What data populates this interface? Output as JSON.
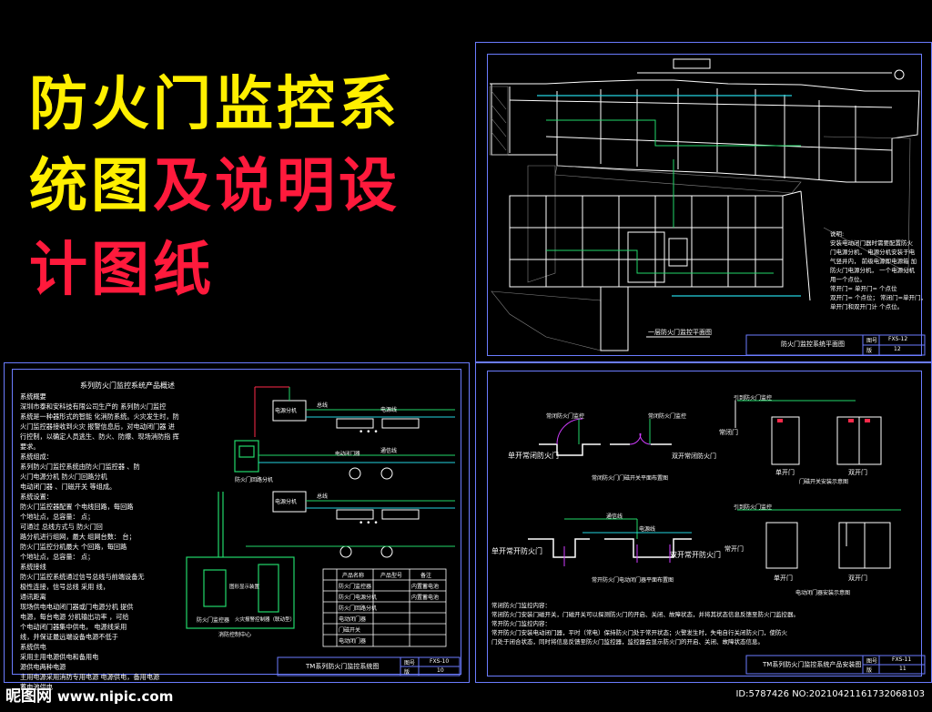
{
  "title": {
    "line1": "防火门监控系",
    "line2_yellow": "统图",
    "line2_red": "及说明设",
    "line3": "计图纸"
  },
  "watermark": {
    "logo": "昵图网",
    "url": "www.nipic.com",
    "id_text": "ID:5787426 NO:20210421161732068103"
  },
  "sheet_plan": {
    "plan_caption": "一层防火门监控平面图",
    "titleblock_name": "防火门监控系统平面图",
    "titleblock_no_label": "图号",
    "titleblock_no": "FXS-12",
    "titleblock_ver_label": "版",
    "titleblock_ver": "12",
    "notes_heading": "说明:",
    "notes": [
      "安装电动闭门器时需要配置防火",
      "门电源分机，  电源分机安装于电",
      "气竖井内，  前级电源即电源箱    加",
      "防火门电源分机，  一个电源分机",
      "用一个点位。",
      "常开门=     单开门=  个点位",
      "双开门=  个点位；  常闭门=单开门，",
      "单开门和双开门计    个点位。"
    ]
  },
  "sheet_system": {
    "heading": "系列防火门监控系统产品概述",
    "overview_lines": [
      "系统概要",
      "深圳市泰和安科技有限公司生产的    系列防火门监控",
      "系统是一种器形式的智能    化消防系统。火灾发生时，防",
      "火门监控器接收到火灾  报警信息后，对电动闭门器    进",
      "行控制，以确定人员逃生、防火、防爆、现场消防指  挥",
      "要求。",
      "系统组成：",
      "系列防火门监控系统由防火门监控器         、防",
      "火门电源分机        防火门回路分机",
      "电动闭门器          、门磁开关        等组成。",
      "系统设置：",
      "防火门监控器配置  个电线回路，每回路",
      "个地址点，总容量：   点；",
      "可通过        总线方式与        防火门回",
      "路分机进行组网，最大    组网台数：    台；",
      "防火门监控分机最大  个回路，每回路",
      "个地址点，总容量：    点；",
      "系统接线",
      "防火门监控系统通过信号总线与前端设备无",
      "极性连接，信号总线   采用                  线，",
      "通讯距离",
      "现场供电电动闭门器或门电源分机            提供",
      "电源，每台电源    分机输出功率          ，可给",
      "个电动闭门器集中供电，    电源线采用",
      "线，并保证最远端设备电源不低于",
      "系统供电",
      "采用主用电源供电和备用电",
      "源供电两种电源",
      "主用电源采用消防专用电源          电源供电，备用电源",
      "蓄电池供电"
    ],
    "diagram_labels": {
      "power_unit_1": "电源分机",
      "power_unit_2": "电源分机",
      "controller": "防火门监控器",
      "loop_unit": "防火门回路分机",
      "bus_a": "总线",
      "bus_b": "总线",
      "power_line": "电源线",
      "signal_line": "通信线",
      "door_closer": "电动闭门器",
      "fire_center": "消防控制中心",
      "alarm_system": "火灾报警控制器（联动型）",
      "monitor": "图形显示装置",
      "ellipsis": "• • •"
    },
    "legend_headers": [
      "",
      "产品名称",
      "产品型号",
      "备注"
    ],
    "legend_rows": [
      [
        "防火门监控器",
        "",
        "内置蓄电池"
      ],
      [
        "防火门电源分机",
        "",
        "内置蓄电池"
      ],
      [
        "防火门回路分机",
        "",
        ""
      ],
      [
        "电动闭门器",
        "",
        ""
      ],
      [
        "门磁开关",
        "",
        ""
      ],
      [
        "电动闭门器",
        "",
        ""
      ]
    ],
    "titleblock_name": "TM系列防火门监控系统图",
    "titleblock_no_label": "图号",
    "titleblock_no": "FXS-10",
    "titleblock_ver_label": "版",
    "titleblock_ver": "10"
  },
  "sheet_install": {
    "labels": {
      "normally_closed_monitor_1": "常闭防火门监控",
      "normally_closed_monitor_2": "常闭防火门监控",
      "single_closed": "单开常闭防火门",
      "double_closed": "双开常闭防火门",
      "magnetic_switch_note": "常闭防火门门磁开关平面布置图",
      "single_open": "单开常开防火门",
      "double_open": "双开常开防火门",
      "normally_open_note": "常开防火门电动闭门器平面布置图",
      "normally_closed_door": "常闭门",
      "single_door_1": "单开门",
      "double_door_1": "双开门",
      "magnet_install": "门磁开关安装示意图",
      "normally_open_door": "常开门",
      "single_door_2": "单开门",
      "double_door_2": "双开门",
      "closer_install": "电动闭门器安装示意图",
      "signal_bus": "通信线",
      "power_bus": "电源线",
      "monitor_closed": "引到防火门监控",
      "monitor_open": "引到防火门监控"
    },
    "notes_heading": "常闭防火门监控内容：",
    "notes": [
      "常闭防火门安装门磁开关，门磁开关可以探测防火门的开启、关闭、故障状态，并将其状态信息反馈至防火门监控器。",
      "常开防火门监控内容：",
      "常开防火门安装电动闭门器，平时（常电）保持防火门处于常开状态；火警发生时，失电自行关闭防火门，使防火",
      "门处于闭合状态，同时将信息反馈至防火门监控器，监控器会显示防火门的开启、关闭、故障状态信息。"
    ],
    "titleblock_name": "TM系列防火门监控系统产品安装图",
    "titleblock_no_label": "图号",
    "titleblock_no": "FXS-11",
    "titleblock_ver_label": "版",
    "titleblock_ver": "11"
  },
  "colors": {
    "title_yellow": "#ffef00",
    "title_red": "#ff1a3c",
    "frame_blue": "#6b7cff",
    "line_green": "#22d96a",
    "line_cyan": "#23d3e0",
    "line_magenta": "#d03cff",
    "line_white": "#ffffff"
  }
}
